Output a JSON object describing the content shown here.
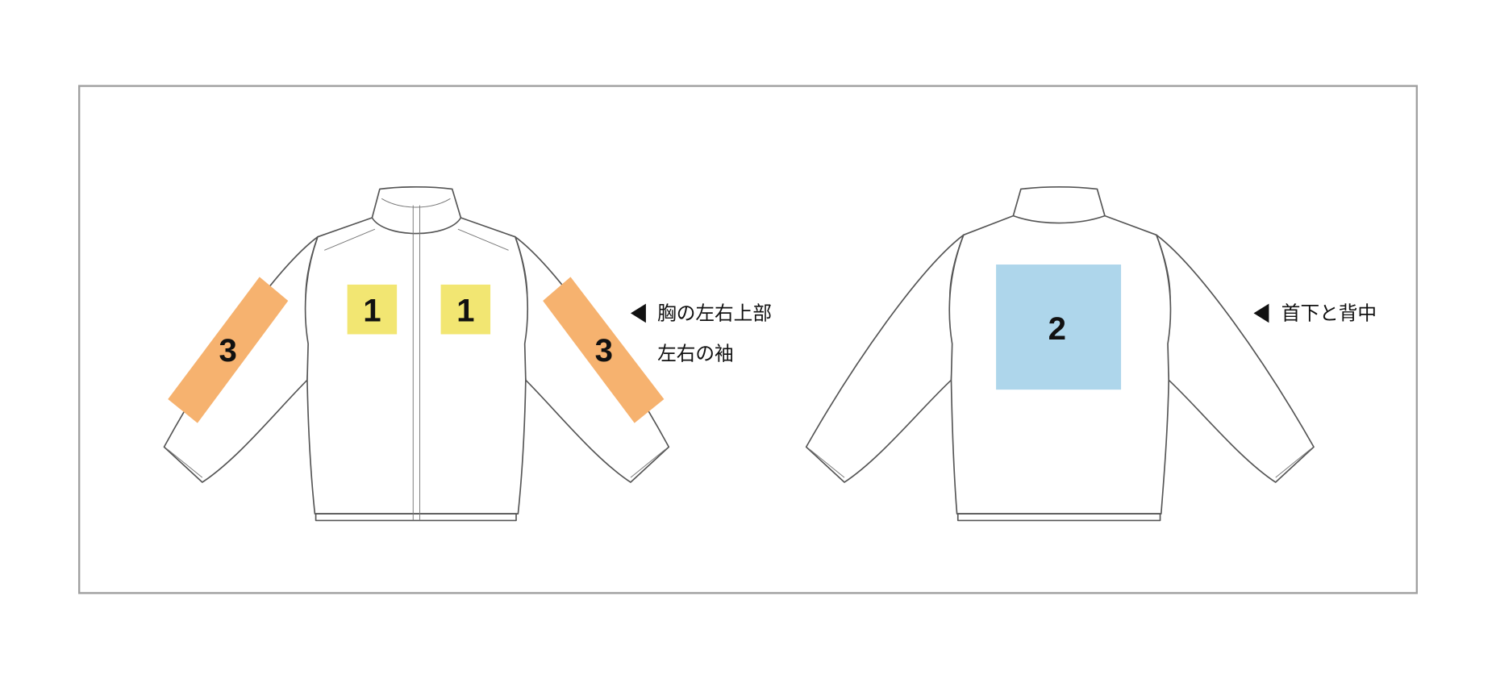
{
  "zones": {
    "chest_left": {
      "number": "1",
      "color": "#f2e672"
    },
    "chest_right": {
      "number": "1",
      "color": "#f2e672"
    },
    "back": {
      "number": "2",
      "color": "#aed6eb"
    },
    "sleeve_left": {
      "number": "3",
      "color": "#f6b26f"
    },
    "sleeve_right": {
      "number": "3",
      "color": "#f6b26f"
    }
  },
  "labels": {
    "front_line1": "胸の左右上部",
    "front_line2": "左右の袖",
    "back_line1": "首下と背中"
  },
  "icons": {
    "pointer": "triangle-left-icon"
  },
  "frame_color": "#a0a0a0"
}
